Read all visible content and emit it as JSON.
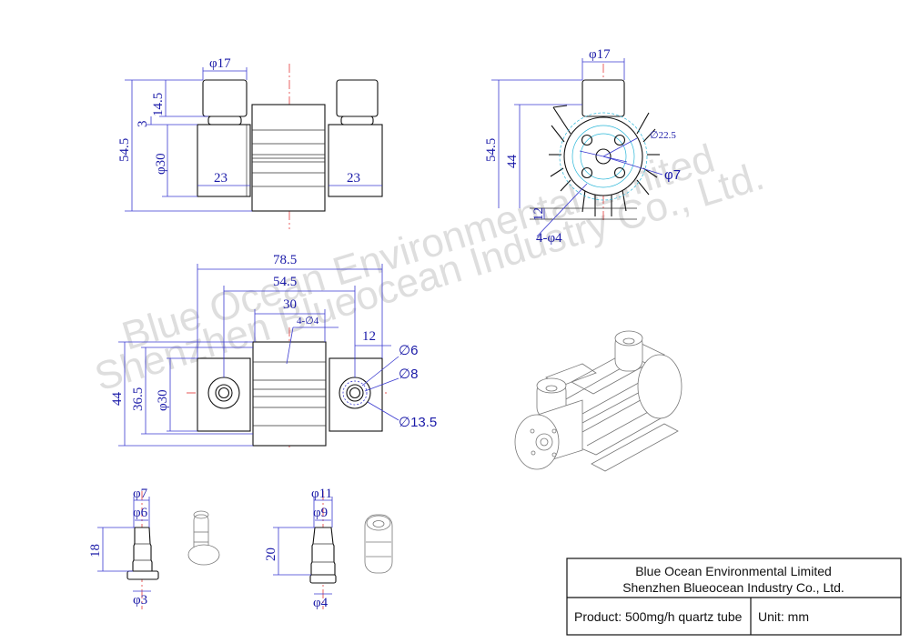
{
  "title_block": {
    "company_en": "Blue Ocean Environmental Limited",
    "company_cn": "Shenzhen Blueocean Industry Co., Ltd.",
    "product": "Product: 500mg/h quartz tube",
    "unit": "Unit: mm"
  },
  "watermark": {
    "line1": "Blue Ocean Environmental Limited",
    "line2": "Shenzhen Blueocean Industry Co., Ltd."
  },
  "front_view": {
    "dims": {
      "nozzle_dia": "φ17",
      "total_height": "54.5",
      "nozzle_height": "14.5",
      "gap": "3",
      "body_dia": "φ30",
      "left_width": "23",
      "right_width": "23"
    }
  },
  "side_view": {
    "dims": {
      "nozzle_dia": "φ17",
      "total_height": "54.5",
      "fin_height": "44",
      "offset": "12",
      "hole_pcd": "∅22.5",
      "center_hole": "φ7",
      "mount_holes": "4-φ4"
    }
  },
  "top_view": {
    "dims": {
      "total_length": "78.5",
      "mid_length": "54.5",
      "fin_length": "30",
      "mount_holes": "4-∅4",
      "end_offset": "12",
      "hole_small": "∅6",
      "hole_mid": "∅8",
      "hole_large": "∅13.5",
      "total_height": "44",
      "inner_height": "36.5",
      "body_dia": "φ30"
    }
  },
  "fitting_small": {
    "dims": {
      "outer": "φ7",
      "inner": "φ6",
      "length": "18",
      "bore": "φ3"
    }
  },
  "fitting_large": {
    "dims": {
      "outer": "φ11",
      "inner": "φ9",
      "length": "20",
      "bore": "φ4"
    }
  }
}
